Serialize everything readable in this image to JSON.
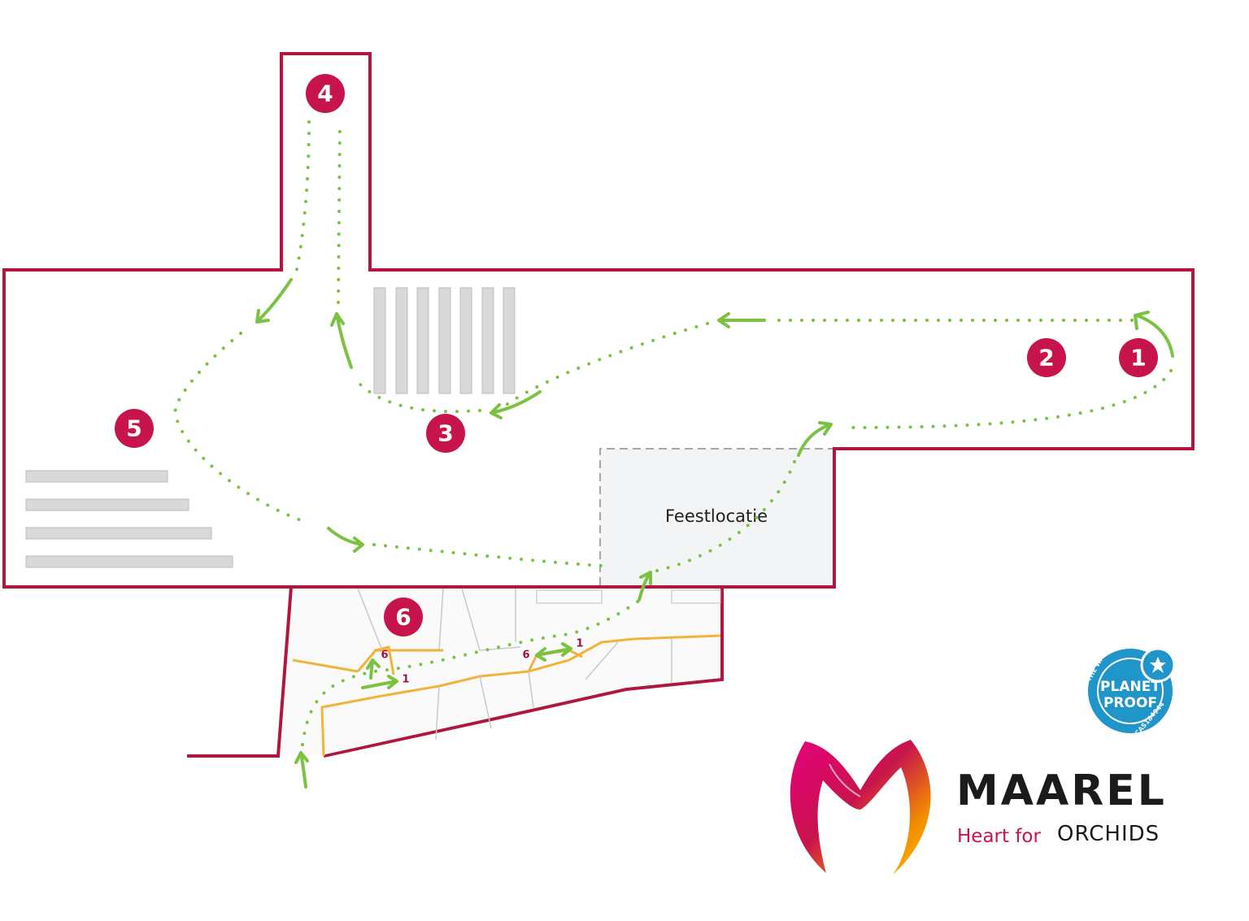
{
  "venue": {
    "label": "Feestlocatie"
  },
  "route_markers": [
    {
      "id": 1,
      "label": "1"
    },
    {
      "id": 2,
      "label": "2"
    },
    {
      "id": 3,
      "label": "3"
    },
    {
      "id": 4,
      "label": "4"
    },
    {
      "id": 5,
      "label": "5"
    },
    {
      "id": 6,
      "label": "6"
    }
  ],
  "inset_markers": [
    {
      "label": "6"
    },
    {
      "label": "1"
    },
    {
      "label": "6"
    },
    {
      "label": "1"
    }
  ],
  "brand": {
    "name": "MAAREL",
    "tagline_part1": "Heart for",
    "tagline_part2": "ORCHIDS",
    "accent_color": "#c8144c",
    "route_color": "#7cc242",
    "wall_color": "#b0163f"
  },
  "certification": {
    "ring_text": "ON THE WAY TO",
    "line1": "PLANET",
    "line2": "PROOF",
    "code": "ECAS184944",
    "color": "#1f95c9"
  }
}
